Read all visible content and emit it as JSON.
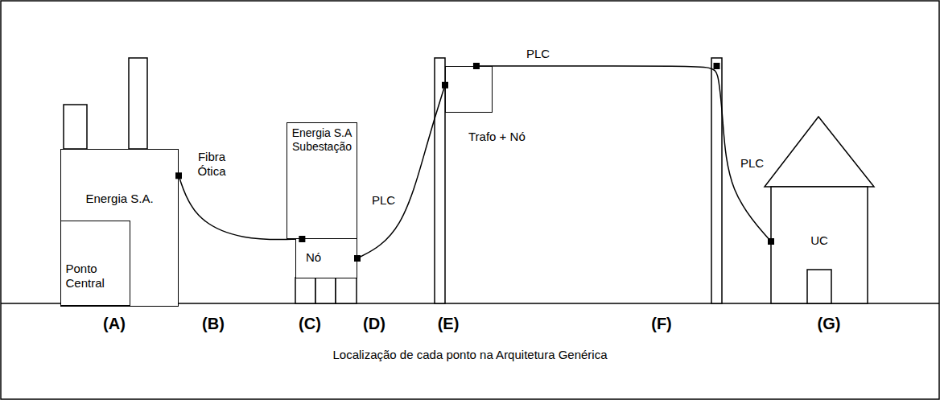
{
  "diagram": {
    "caption": "Localização de cada ponto na Arquitetura Genérica",
    "nodes": [
      {
        "text": [
          "Energia S.A."
        ]
      },
      {
        "text": [
          "Ponto Central"
        ],
        "in": 0
      },
      {
        "text": [
          "Energia S.A Subestação"
        ]
      },
      {
        "text": [
          "Nó"
        ]
      },
      {
        "text": [
          "Trafo + Nó"
        ]
      },
      {
        "text": [
          "UC"
        ]
      }
    ],
    "edges": [
      {
        "from": 0,
        "to": 2,
        "label": "Fibra Ótica",
        "arrow": "none"
      },
      {
        "from": 3,
        "to": 4,
        "label": "PLC",
        "arrow": "none"
      },
      {
        "from": 4,
        "to": 5,
        "label": "PLC",
        "arrow": "none"
      }
    ],
    "labels": [
      "PLC",
      "(A)",
      "(B)",
      "(C)",
      "(D)",
      "(E)",
      "(F)",
      "(G)"
    ]
  }
}
